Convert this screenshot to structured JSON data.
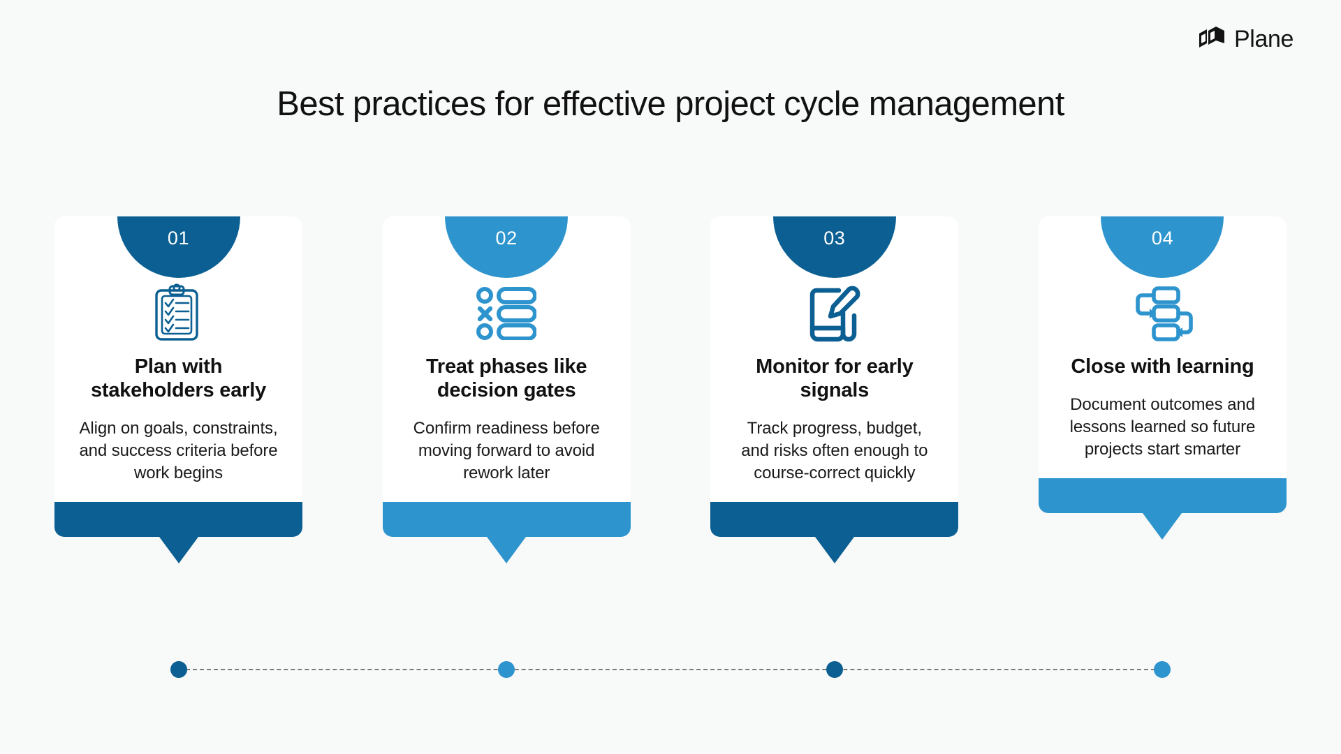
{
  "brand": {
    "name": "Plane",
    "mark_icon": "plane-logo-mark"
  },
  "header": {
    "title": "Best practices for effective project cycle management"
  },
  "colors": {
    "dark_blue": "#0B5F92",
    "light_blue": "#2E94CE",
    "background": "#f8f9f9",
    "card_background": "#ffffff",
    "title_text": "#111111",
    "timeline_line": "#7a7a7a"
  },
  "cards": [
    {
      "number": "01",
      "icon": "clipboard-checklist-icon",
      "title": "Plan with stakeholders early",
      "text": "Align on goals, constraints, and success criteria before work begins",
      "color": "#0B5F92"
    },
    {
      "number": "02",
      "icon": "decision-gates-list-icon",
      "title": "Treat phases like decision gates",
      "text": "Confirm readiness before moving forward to avoid rework later",
      "color": "#2E94CE"
    },
    {
      "number": "03",
      "icon": "document-pencil-icon",
      "title": "Monitor for early signals",
      "text": "Track progress, budget, and risks often enough to course-correct quickly",
      "color": "#0B5F92"
    },
    {
      "number": "04",
      "icon": "workflow-flowchart-icon",
      "title": "Close with learning",
      "text": "Document outcomes and lessons learned so future projects start smarter",
      "color": "#2E94CE"
    }
  ],
  "timeline": {
    "style": "dashed",
    "dots": [
      {
        "label": "step-1-dot",
        "color": "#0B5F92"
      },
      {
        "label": "step-2-dot",
        "color": "#2E94CE"
      },
      {
        "label": "step-3-dot",
        "color": "#0B5F92"
      },
      {
        "label": "step-4-dot",
        "color": "#2E94CE"
      }
    ]
  }
}
